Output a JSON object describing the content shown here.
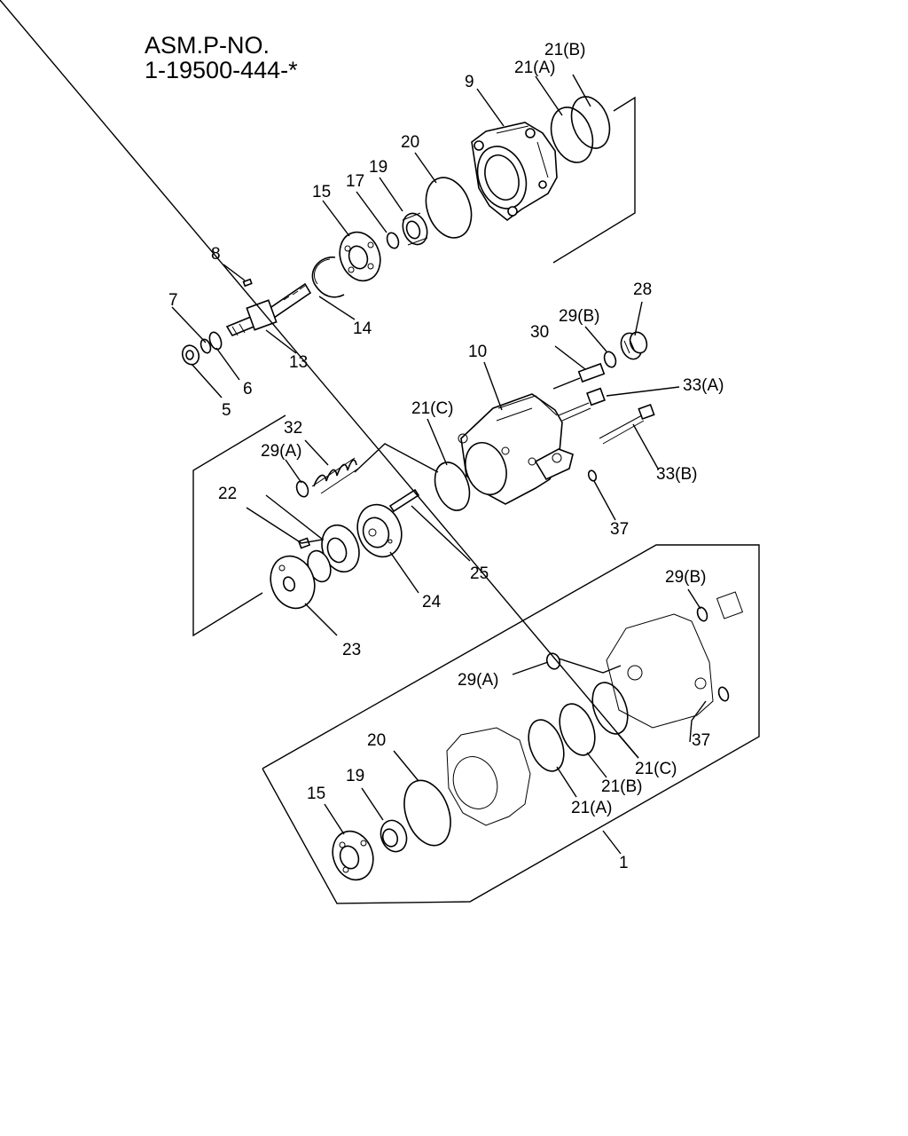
{
  "header": {
    "line1": "ASM.P-NO.",
    "line2": "1-19500-444-*"
  },
  "labels": {
    "l21B_top": "21(B)",
    "l21A_top": "21(A)",
    "l9": "9",
    "l20_top": "20",
    "l19_top": "19",
    "l17": "17",
    "l15_top": "15",
    "l8": "8",
    "l7": "7",
    "l14": "14",
    "l13": "13",
    "l6": "6",
    "l5": "5",
    "l28": "28",
    "l29B_top": "29(B)",
    "l30": "30",
    "l10": "10",
    "l33A": "33(A)",
    "l21C_top": "21(C)",
    "l32": "32",
    "l29A_top": "29(A)",
    "l33B": "33(B)",
    "l22": "22",
    "l25": "25",
    "l37_top": "37",
    "l24": "24",
    "l23": "23",
    "l29B_bot": "29(B)",
    "l29A_bot": "29(A)",
    "l37_bot": "37",
    "l20_bot": "20",
    "l21C_bot": "21(C)",
    "l19_bot": "19",
    "l15_bot": "15",
    "l21B_bot": "21(B)",
    "l21A_bot": "21(A)",
    "l1": "1"
  }
}
